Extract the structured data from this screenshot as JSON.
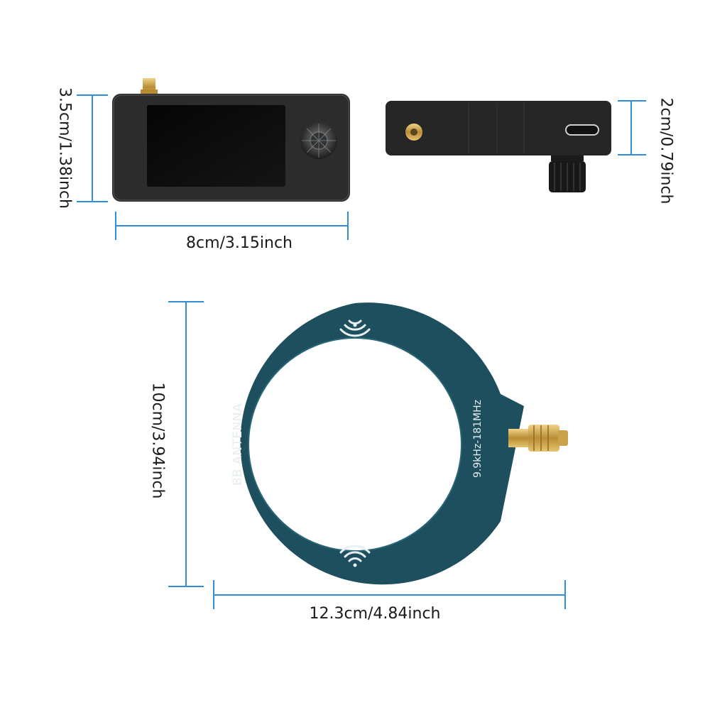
{
  "dimensions": {
    "radio_front_height": "3.5cm/1.38inch",
    "radio_front_width": "8cm/3.15inch",
    "radio_side_height": "2cm/0.79inch",
    "antenna_height": "10cm/3.94inch",
    "antenna_width": "12.3cm/4.84inch"
  },
  "antenna": {
    "label_left": "BB ANTENNA",
    "label_right": "9.9kHz-181MHz"
  },
  "colors": {
    "dimension_line": "#2f8fdc",
    "antenna_pcb": "#1d4f5e",
    "device_body": "#2a2a2a",
    "connector_gold": "#c9a24a"
  }
}
